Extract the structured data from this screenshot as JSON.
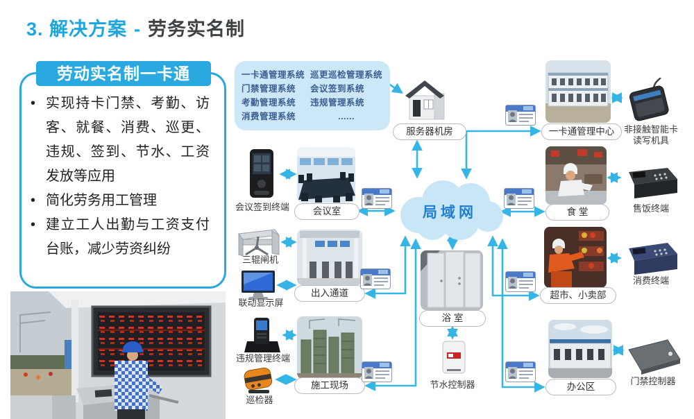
{
  "title": {
    "prefix": "3.",
    "highlight": "解决方案",
    "dash": "-",
    "suffix": "劳务实名制"
  },
  "panel": {
    "header": "劳动实名制一卡通",
    "bullets": [
      "实现持卡门禁、考勤、访客、就餐、消费、巡更、违规、签到、节水、工资发放等应用",
      "简化劳务用工管理",
      "建立工人出勤与工资支付台账，减少劳资纠纷"
    ]
  },
  "bubble": {
    "col1": [
      "一卡通管理系统",
      "门禁管理系统",
      "考勤管理系统",
      "消费管理系统"
    ],
    "col2": [
      "巡更巡检管理系统",
      "会议签到系统",
      "违规管理系统",
      "......"
    ]
  },
  "labels": {
    "server_room": "服务器机房",
    "lan": "局域网",
    "meeting_terminal": "会议签到终端",
    "meeting_room": "会议室",
    "turnstile": "三辊闸机",
    "linked_display": "联动显示屏",
    "entrance": "出入通道",
    "violation_terminal": "违规管理终端",
    "patrol_device": "巡检器",
    "construction_site": "施工现场",
    "bathroom": "浴 室",
    "water_controller": "节水控制器",
    "card_center": "一卡通管理中心",
    "card_reader_1": "非接触智能卡",
    "card_reader_2": "读写机具",
    "canteen": "食 堂",
    "meal_terminal": "售饭终端",
    "shop": "超市、小卖部",
    "consume_terminal": "消费终端",
    "office": "办公区",
    "access_controller": "门禁控制器"
  },
  "colors": {
    "accent_blue": "#1ca6df",
    "panel_border": "#2aa7de",
    "header_bg": "#29a9e0",
    "arrow": "#35b5e5",
    "cloud_fill": "#c9e6f7",
    "cloud_text": "#1f7fd0",
    "bubble_fill": "#cbe7f8",
    "bubble_text": "#3c5e90"
  }
}
